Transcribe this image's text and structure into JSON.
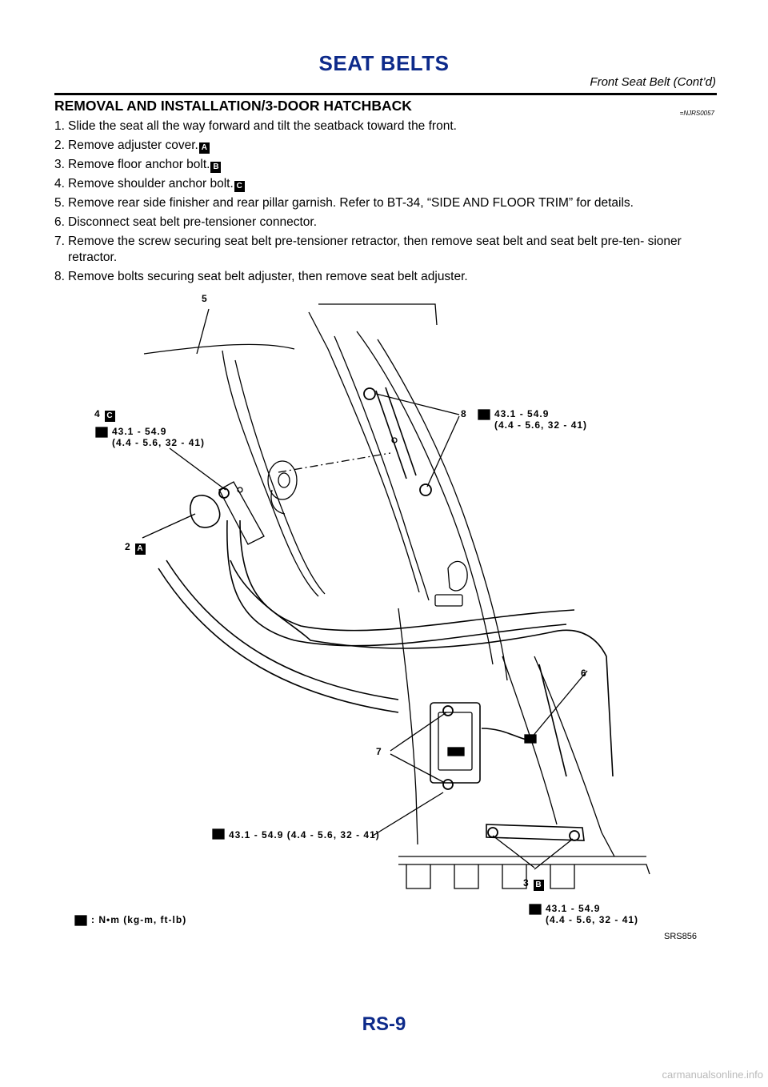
{
  "header": {
    "title": "SEAT BELTS",
    "subtitle": "Front Seat Belt (Cont’d)"
  },
  "section": {
    "title": "REMOVAL AND INSTALLATION/3-DOOR HATCHBACK",
    "code": "=NJRS0057"
  },
  "steps": [
    {
      "num": "1.",
      "text": "Slide the seat all the way forward and tilt the seatback toward the front.",
      "symbol": ""
    },
    {
      "num": "2.",
      "text": "Remove adjuster cover.",
      "symbol": "A"
    },
    {
      "num": "3.",
      "text": "Remove floor anchor bolt.",
      "symbol": "B"
    },
    {
      "num": "4.",
      "text": "Remove shoulder anchor bolt.",
      "symbol": "C"
    },
    {
      "num": "5.",
      "text": "Remove rear side finisher and rear pillar garnish. Refer to BT-34, “SIDE AND FLOOR TRIM” for details.",
      "symbol": ""
    },
    {
      "num": "6.",
      "text": "Disconnect seat belt pre-tensioner connector.",
      "symbol": ""
    },
    {
      "num": "7.",
      "text": "Remove the screw securing seat belt pre-tensioner retractor, then remove seat belt and seat belt pre-ten- sioner retractor.",
      "symbol": ""
    },
    {
      "num": "8.",
      "text": "Remove bolts securing seat belt adjuster, then remove seat belt adjuster.",
      "symbol": ""
    }
  ],
  "figure": {
    "callouts": {
      "c5": {
        "num": "5",
        "sym": ""
      },
      "c4": {
        "num": "4",
        "sym": "C"
      },
      "c8": {
        "num": "8",
        "sym": ""
      },
      "c2": {
        "num": "2",
        "sym": "A"
      },
      "c6": {
        "num": "6",
        "sym": ""
      },
      "c7": {
        "num": "7",
        "sym": ""
      },
      "c3": {
        "num": "3",
        "sym": "B"
      }
    },
    "torque_c4": {
      "line1": "43.1 - 54.9",
      "line2": "(4.4 - 5.6, 32 - 41)"
    },
    "torque_c8": {
      "line1": "43.1 - 54.9",
      "line2": "(4.4 - 5.6, 32 - 41)"
    },
    "torque_c7": {
      "line1": "43.1 - 54.9 (4.4 - 5.6, 32 - 41)"
    },
    "torque_c3": {
      "line1": "43.1 - 54.9",
      "line2": "(4.4 - 5.6, 32 - 41)"
    },
    "legend": ": N•m (kg-m, ft-lb)",
    "code": "SRS856"
  },
  "footer": {
    "page_number": "RS-9",
    "watermark": "carmanualsonline.info"
  }
}
